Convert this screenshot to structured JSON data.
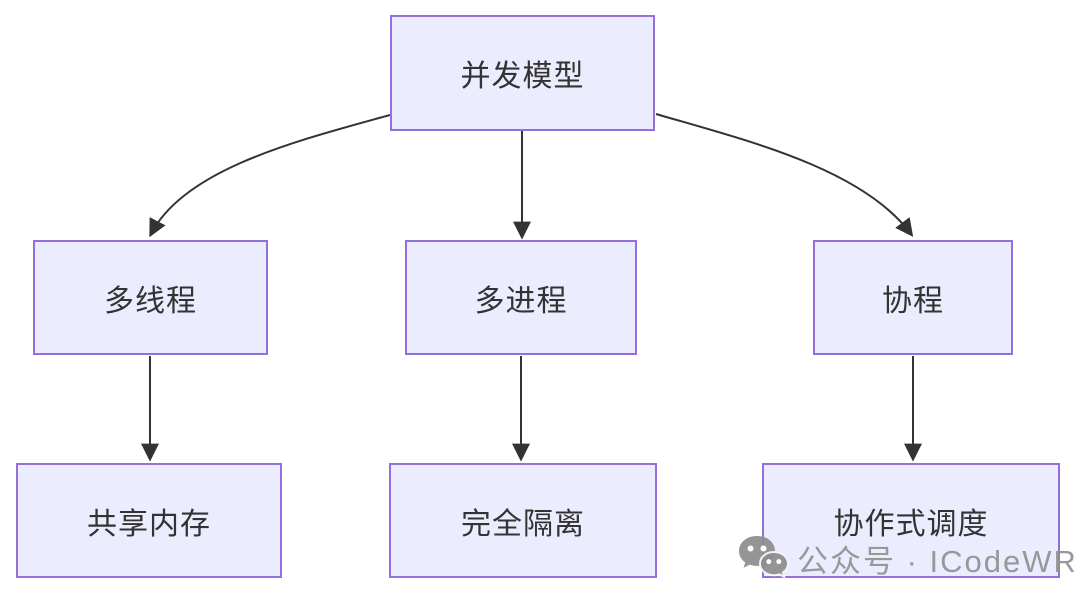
{
  "diagram": {
    "type": "flowchart",
    "direction": "top-down",
    "colors": {
      "background": "#ffffff",
      "node_fill": "#ECECFF",
      "node_border": "#9370DB",
      "edge": "#333333",
      "node_text": "#333333",
      "watermark_text": "#949494",
      "watermark_icon": "#8e8e8e"
    },
    "nodes": [
      {
        "id": "root",
        "label": "并发模型"
      },
      {
        "id": "thread",
        "label": "多线程"
      },
      {
        "id": "process",
        "label": "多进程"
      },
      {
        "id": "coroutine",
        "label": "协程"
      },
      {
        "id": "shared",
        "label": "共享内存"
      },
      {
        "id": "isolated",
        "label": "完全隔离"
      },
      {
        "id": "coop",
        "label": "协作式调度"
      }
    ],
    "edges": [
      {
        "from": "root",
        "to": "thread"
      },
      {
        "from": "root",
        "to": "process"
      },
      {
        "from": "root",
        "to": "coroutine"
      },
      {
        "from": "thread",
        "to": "shared"
      },
      {
        "from": "process",
        "to": "isolated"
      },
      {
        "from": "coroutine",
        "to": "coop"
      }
    ]
  },
  "watermark": {
    "icon": "wechat-icon",
    "text": "公众号 · ICodeWR"
  }
}
